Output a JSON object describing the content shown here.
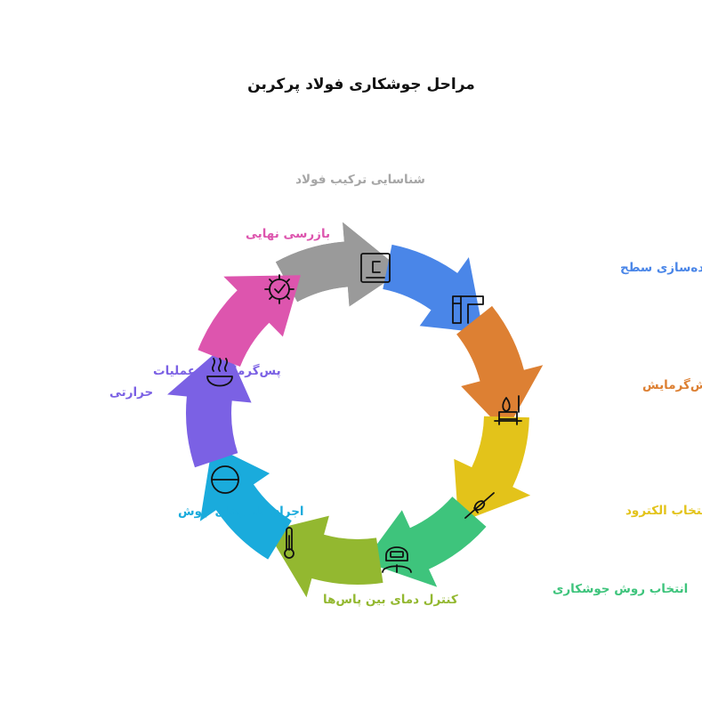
{
  "title": "مراحل جوشکاری فولاد پرکربن",
  "steps": [
    {
      "label": "شناسایی ترکیب فولاد",
      "color": "#a6a6a6",
      "segment_color": "#9a9a9a",
      "icon": "carbon-element-icon"
    },
    {
      "label": "آماده‌سازی سطح",
      "color": "#4a86e8",
      "segment_color": "#4a86e8",
      "icon": "pipe-icon"
    },
    {
      "label": "پیش‌گرمایش",
      "color": "#dd8033",
      "segment_color": "#dd8033",
      "icon": "burner-icon"
    },
    {
      "label": "انتخاب الکترود",
      "color": "#e3c31a",
      "segment_color": "#e3c31a",
      "icon": "electrode-icon"
    },
    {
      "label": "انتخاب روش جوشکاری",
      "color": "#3ec47c",
      "segment_color": "#3ec47c",
      "icon": "welder-icon"
    },
    {
      "label": "کنترل دمای بین پاس‌ها",
      "color": "#93b830",
      "segment_color": "#93b830",
      "icon": "thermometer-icon"
    },
    {
      "label": "اجرای پاس‌های جوش",
      "color": "#1aabdc",
      "segment_color": "#1aabdc",
      "icon": "weld-pass-icon"
    },
    {
      "label_lines": [
        "پس‌گرمایش و عملیات",
        "حرارتی"
      ],
      "color": "#7b61e4",
      "segment_color": "#7b61e4",
      "icon": "heat-treatment-icon"
    },
    {
      "label": "بازرسی نهایی",
      "color": "#dd55ae",
      "segment_color": "#dd55ae",
      "icon": "inspection-icon"
    }
  ]
}
